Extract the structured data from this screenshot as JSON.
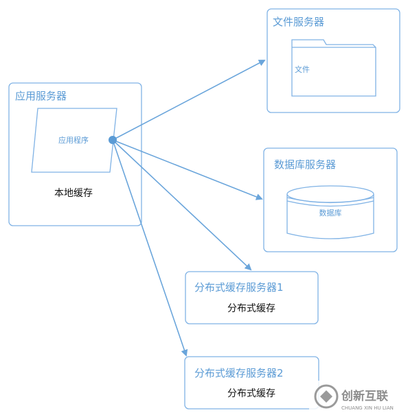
{
  "app_server": {
    "title": "应用服务器",
    "program_label": "应用程序",
    "local_cache_label": "本地缓存"
  },
  "file_server": {
    "title": "文件服务器",
    "folder_label": "文件"
  },
  "db_server": {
    "title": "数据库服务器",
    "db_label": "数据库"
  },
  "cache_server_1": {
    "title": "分布式缓存服务器1",
    "content_label": "分布式缓存"
  },
  "cache_server_2": {
    "title": "分布式缓存服务器2",
    "content_label": "分布式缓存"
  },
  "watermark": {
    "brand": "创新互联",
    "brand_en": "CHUANG XIN HU LIAN"
  },
  "colors": {
    "accent": "#5b9bd5",
    "border": "#7fb2e5",
    "arrow": "#6aa5db"
  }
}
